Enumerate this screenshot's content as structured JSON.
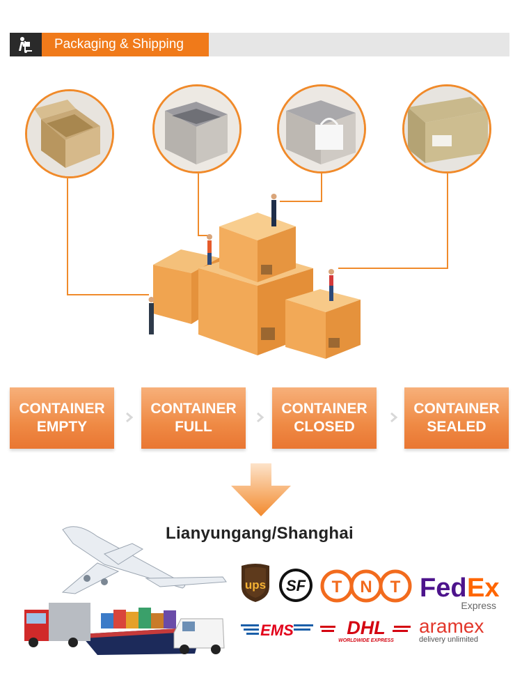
{
  "header": {
    "title": "Packaging & Shipping",
    "icon": "hand-truck-icon"
  },
  "stages": [
    {
      "line1": "CONTAINER",
      "line2": "EMPTY"
    },
    {
      "line1": "CONTAINER",
      "line2": "FULL"
    },
    {
      "line1": "CONTAINER",
      "line2": "CLOSED"
    },
    {
      "line1": "CONTAINER",
      "line2": "SEALED"
    }
  ],
  "port": "Lianyungang/Shanghai",
  "carriers": {
    "ups": "ups",
    "sf": "SF",
    "tnt": [
      "T",
      "N",
      "T"
    ],
    "fedex": {
      "fed": "Fed",
      "ex": "Ex",
      "sub": "Express"
    },
    "ems": "EMS",
    "dhl": {
      "name": "DHL",
      "sub": "WORLDWIDE EXPRESS"
    },
    "aramex": {
      "name": "aramex",
      "sub": "delivery unlimited"
    }
  },
  "colors": {
    "accent": "#f07a1a",
    "stage": "#ef8a45",
    "line": "#f08a2a"
  }
}
